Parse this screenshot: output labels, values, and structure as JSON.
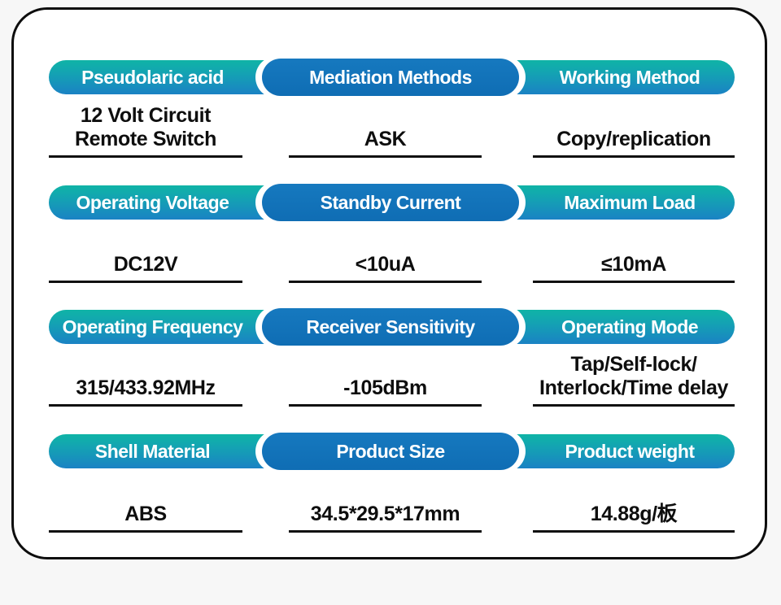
{
  "page": {
    "background_color": "#f7f7f7",
    "card_border_color": "#0d0d0d",
    "band_gradient_top": "#0fb4a6",
    "band_gradient_bottom": "#1a82c4",
    "middle_pill_color": "#1173b9",
    "header_text_color": "#ffffff",
    "value_text_color": "#0e0e0e"
  },
  "rows": [
    {
      "headers": {
        "left": "Pseudolaric acid",
        "middle": "Mediation Methods",
        "right": "Working Method"
      },
      "values": {
        "left": [
          "12 Volt Circuit",
          "Remote Switch"
        ],
        "middle": [
          "ASK"
        ],
        "right": [
          "Copy/replication"
        ]
      }
    },
    {
      "headers": {
        "left": "Operating Voltage",
        "middle": "Standby Current",
        "right": "Maximum Load"
      },
      "values": {
        "left": [
          "DC12V"
        ],
        "middle": [
          "<10uA"
        ],
        "right": [
          "≤10mA"
        ]
      }
    },
    {
      "headers": {
        "left": "Operating Frequency",
        "middle": "Receiver Sensitivity",
        "right": "Operating Mode"
      },
      "values": {
        "left": [
          "315/433.92MHz"
        ],
        "middle": [
          "-105dBm"
        ],
        "right": [
          "Tap/Self-lock/",
          "Interlock/Time delay"
        ]
      }
    },
    {
      "headers": {
        "left": "Shell Material",
        "middle": "Product Size",
        "right": "Product weight"
      },
      "values": {
        "left": [
          "ABS"
        ],
        "middle": [
          "34.5*29.5*17mm"
        ],
        "right": [
          "14.88g/板"
        ]
      }
    }
  ]
}
